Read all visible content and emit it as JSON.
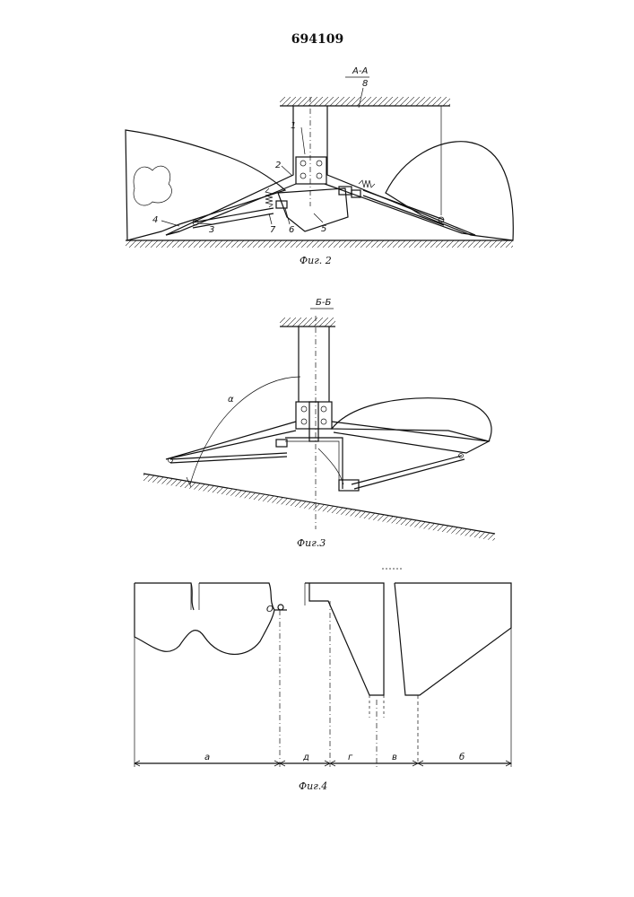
{
  "page": {
    "patent_number": "694109"
  },
  "fig2": {
    "section_label": "А-А",
    "caption": "Фиг. 2",
    "callouts": [
      "1",
      "2",
      "3",
      "4",
      "5",
      "6",
      "7",
      "8"
    ]
  },
  "fig3": {
    "section_label": "Б-Б",
    "caption": "Фиг.3"
  },
  "fig4": {
    "caption": "Фиг.4",
    "point_label": "О",
    "dimensions": [
      "а",
      "д",
      "г",
      "в",
      "б"
    ]
  }
}
